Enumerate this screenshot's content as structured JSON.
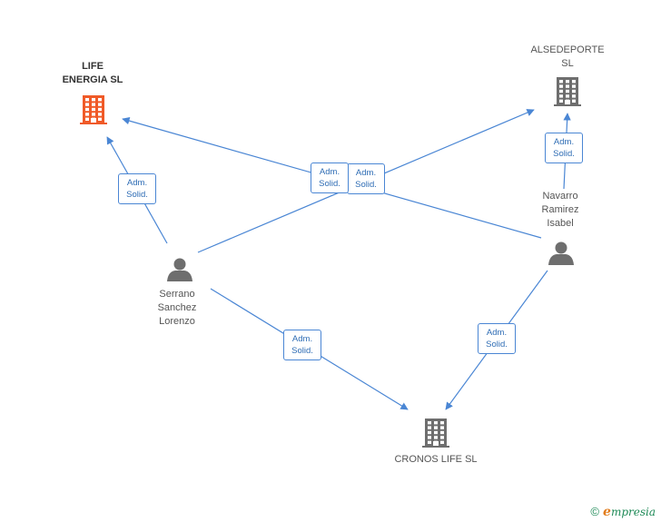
{
  "colors": {
    "edge": "#4a86d4",
    "company_main": "#f05a28",
    "company": "#6e6e6e",
    "person": "#6e6e6e"
  },
  "nodes": {
    "life_energia": {
      "label": "LIFE\nENERGIA SL",
      "icon": "building-icon",
      "type": "company-main"
    },
    "alsedeporte": {
      "label": "ALSEDEPORTE\nSL",
      "icon": "building-icon",
      "type": "company"
    },
    "cronos_life": {
      "label": "CRONOS LIFE SL",
      "icon": "building-icon",
      "type": "company"
    },
    "serrano": {
      "label": "Serrano\nSanchez\nLorenzo",
      "icon": "person-icon",
      "type": "person"
    },
    "navarro": {
      "label": "Navarro\nRamirez\nIsabel",
      "icon": "person-icon",
      "type": "person"
    }
  },
  "edges": [
    {
      "from": "serrano",
      "to": "life_energia",
      "label": "Adm.\nSolid."
    },
    {
      "from": "serrano",
      "to": "alsedeporte",
      "label": "Adm.\nSolid."
    },
    {
      "from": "serrano",
      "to": "cronos_life",
      "label": "Adm.\nSolid."
    },
    {
      "from": "navarro",
      "to": "life_energia",
      "label": "Adm.\nSolid."
    },
    {
      "from": "navarro",
      "to": "alsedeporte",
      "label": "Adm.\nSolid."
    },
    {
      "from": "navarro",
      "to": "cronos_life",
      "label": "Adm.\nSolid."
    }
  ],
  "footer": {
    "copyright": "©",
    "brand_initial": "e",
    "brand_rest": "mpresia"
  }
}
